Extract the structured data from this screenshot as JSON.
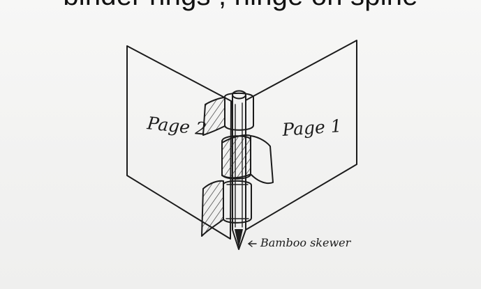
{
  "caption": {
    "top_text": "binder rings , hinge on spine"
  },
  "labels": {
    "left_page": "Page 2",
    "right_page": "Page 1",
    "spine_label": "Bamboo skewer"
  }
}
